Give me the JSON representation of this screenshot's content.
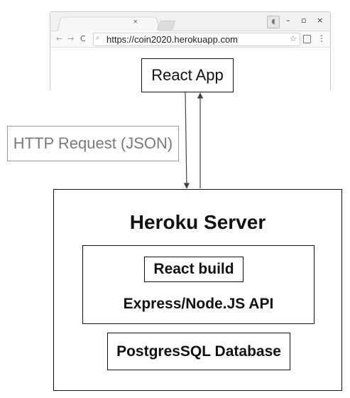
{
  "browser": {
    "tab_close": "×",
    "url": "https://coin2020.herokuapp.com",
    "nav_back": "←",
    "nav_forward": "→",
    "nav_reload": "C",
    "search_glyph": "🔍",
    "star_glyph": "☆",
    "menu_glyph": "⋮",
    "minimize_glyph": "–",
    "maximize_glyph": "▫",
    "close_glyph": "×",
    "icons": [
      "search-icon",
      "star-icon",
      "menu-icon",
      "reload-icon",
      "back-icon",
      "forward-icon"
    ]
  },
  "nodes": {
    "react_app": "React App",
    "http_request": "HTTP Request (JSON)",
    "heroku_server": "Heroku Server",
    "react_build": "React build",
    "express_api": "Express/Node.JS API",
    "database": "PostgresSQL Database"
  },
  "colors": {
    "line": "#111111",
    "arrow": "#444444",
    "label_gray": "#7a7a7a"
  }
}
